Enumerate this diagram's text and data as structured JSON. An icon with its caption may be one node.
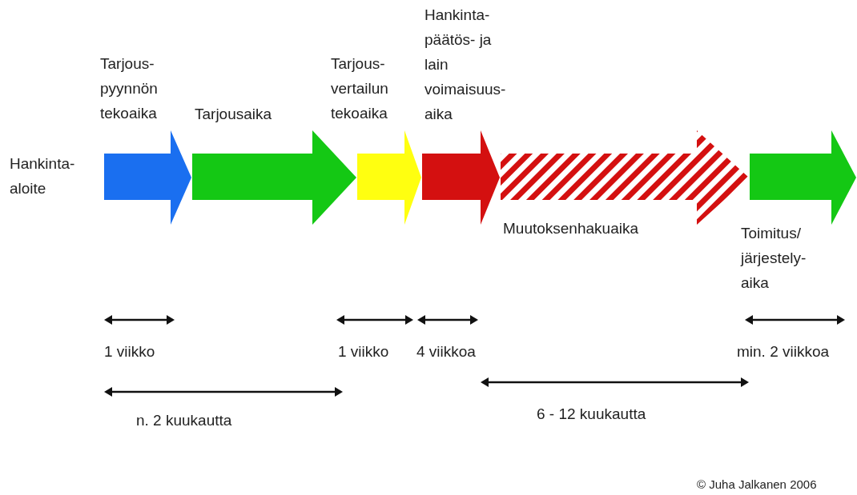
{
  "diagram": {
    "nodes": [
      {
        "text": [],
        "shape": "arrow",
        "beside": [
          "Tarjous- pyynnön tekoaika"
        ]
      },
      {
        "text": [],
        "shape": "arrow",
        "beside": [
          "Tarjousaika"
        ]
      },
      {
        "text": [],
        "shape": "arrow",
        "beside": [
          "Tarjous- vertailun tekoaika"
        ]
      },
      {
        "text": [],
        "shape": "arrow",
        "beside": [
          "Hankinta- päätös- ja lain voimaisuus- aika"
        ]
      },
      {
        "text": [],
        "shape": "arrow",
        "beside": [
          "Muutoksenhakuaika"
        ]
      },
      {
        "text": [],
        "shape": "arrow",
        "beside": [
          "Toimitus/ järjestely- aika"
        ]
      }
    ],
    "labels": [
      "Hankinta- aloite",
      "1 viikko",
      "1 viikko",
      "4 viikkoa",
      "min. 2 viikkoa",
      "n. 2 kuukautta",
      "6 - 12 kuukautta",
      "© Juha Jalkanen 2006"
    ]
  }
}
